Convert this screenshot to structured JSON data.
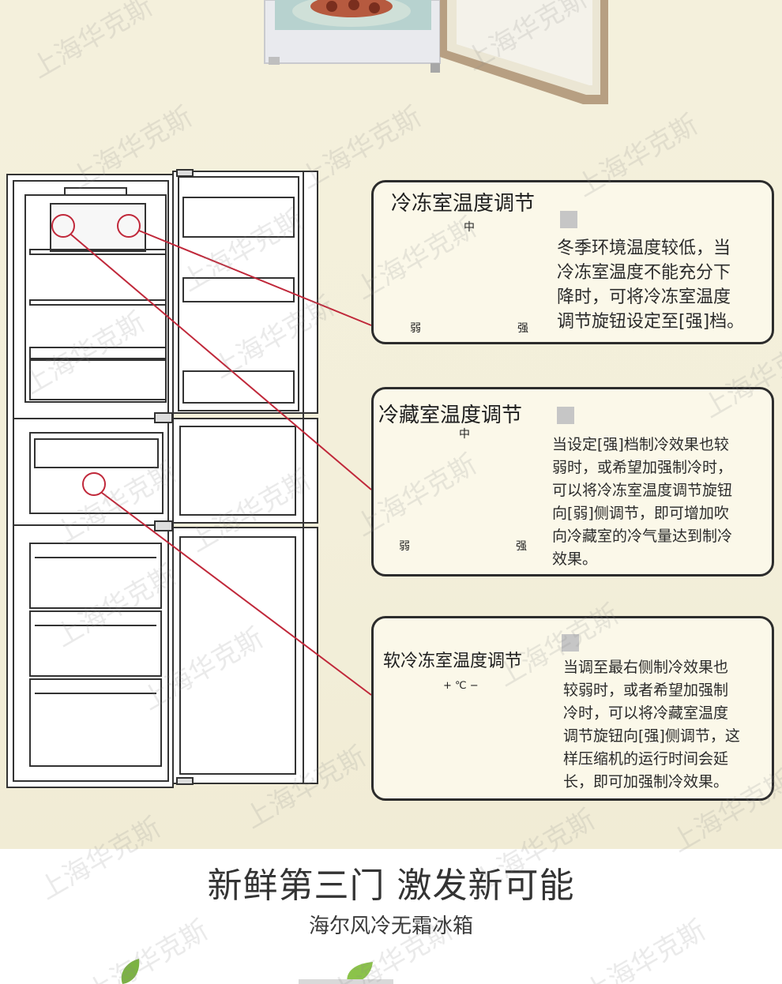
{
  "watermark": "上海华克斯",
  "panels": {
    "freezer": {
      "title": "冷冻室温度调节",
      "dial_mid": "中",
      "dial_weak": "弱",
      "dial_strong": "强",
      "lines": [
        "冬季环境温度较低，当",
        "冷冻室温度不能充分下",
        "降时，可将冷冻室温度",
        "调节旋钮设定至[强]档。"
      ]
    },
    "fridge": {
      "title": "冷藏室温度调节",
      "dial_mid": "中",
      "dial_weak": "弱",
      "dial_strong": "强",
      "lines": [
        "当设定[强]档制冷效果也较",
        "弱时，或希望加强制冷时，",
        "可以将冷冻室温度调节旋钮",
        "向[弱]侧调节，即可增加吹",
        "向冷藏室的冷气量达到制冷",
        "效果。"
      ]
    },
    "soft_freeze": {
      "title": "软冷冻室温度调节",
      "control_symbols": "+ ℃ −",
      "lines": [
        "当调至最右侧制冷效果也",
        "较弱时，或者希望加强制",
        "冷时，可以将冷藏室温度",
        "调节旋钮向[强]侧调节，这",
        "样压缩机的运行时间会延",
        "长，即可加强制冷效果。"
      ]
    }
  },
  "headline": "新鲜第三门 激发新可能",
  "subline": "海尔风冷无霜冰箱",
  "colors": {
    "background": "#f3efda",
    "panel_border": "#2c2c2c",
    "callout_line": "#c0283a",
    "fridge_outline": "#333333"
  }
}
